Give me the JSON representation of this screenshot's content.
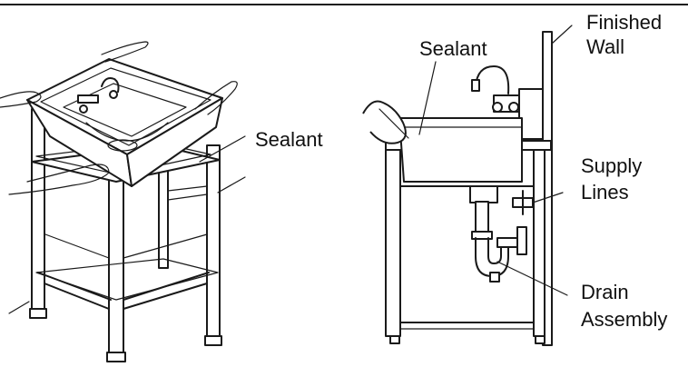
{
  "labels": {
    "sealant_left": "Sealant",
    "sealant_right": "Sealant",
    "finished_wall_1": "Finished",
    "finished_wall_2": "Wall",
    "supply_lines_1": "Supply",
    "supply_lines_2": "Lines",
    "drain_assembly_1": "Drain",
    "drain_assembly_2": "Assembly"
  },
  "colors": {
    "line": "#1a1a1a",
    "background": "#ffffff"
  }
}
